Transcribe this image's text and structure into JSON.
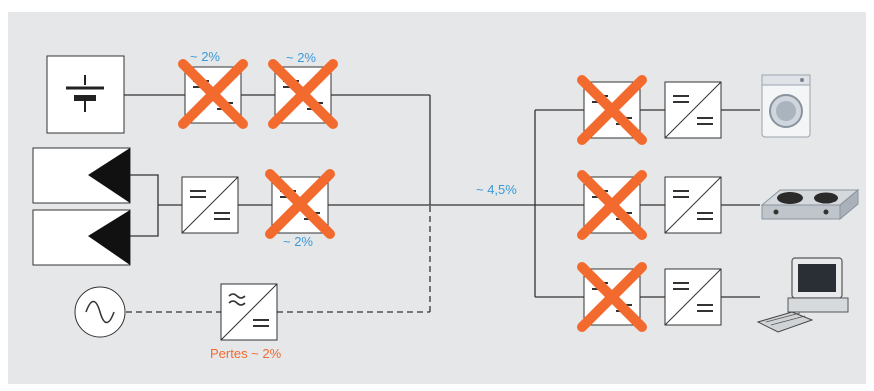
{
  "labels": {
    "loss_top1": "~ 2%",
    "loss_top2": "~ 2%",
    "loss_mid": "~ 2%",
    "loss_bus": "~ 4,5%",
    "loss_grid": "Pertes ~ 2%"
  },
  "colors": {
    "background": "#e6e7e8",
    "cross": "#f26a2e",
    "loss_text_blue": "#3a9ad9",
    "loss_text_orange": "#f26a2e",
    "line": "#333333",
    "box": "#ffffff"
  },
  "icons": [
    "battery-icon",
    "solar-panel-icon",
    "ac-grid-icon",
    "dc-dc-converter-icon",
    "ac-dc-converter-icon",
    "washing-machine-icon",
    "hot-plate-icon",
    "computer-icon"
  ]
}
